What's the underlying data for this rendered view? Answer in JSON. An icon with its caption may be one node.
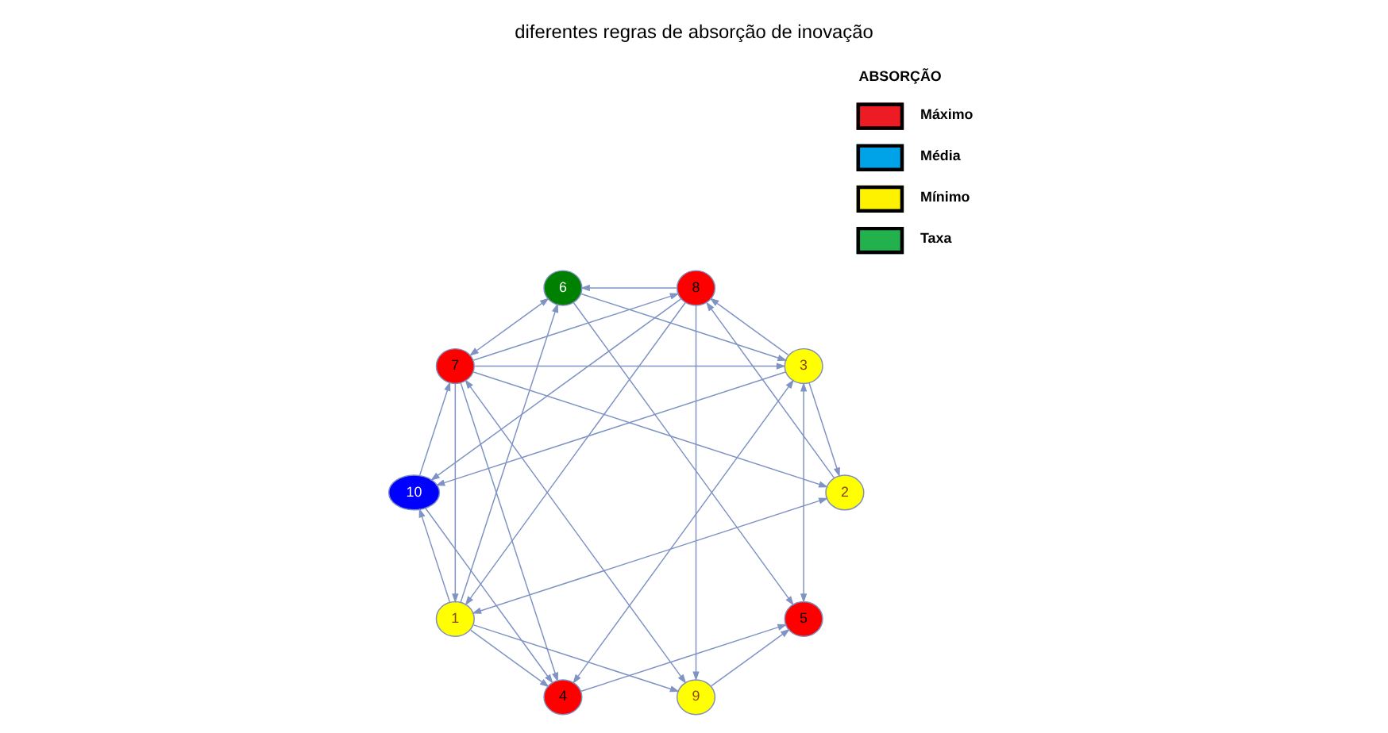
{
  "diagram": {
    "title": "diferentes regras de absorção de inovação",
    "nodes": [
      {
        "text": [
          "6"
        ]
      },
      {
        "text": [
          "10"
        ]
      },
      {
        "text": [
          "9"
        ]
      },
      {
        "text": [
          "7"
        ]
      },
      {
        "text": [
          "1"
        ]
      },
      {
        "text": [
          "8"
        ]
      },
      {
        "text": [
          "2"
        ]
      },
      {
        "text": [
          "5"
        ]
      },
      {
        "text": [
          "3"
        ]
      },
      {
        "text": [
          "4"
        ]
      }
    ],
    "edges": [
      {
        "from": 3,
        "to": 0,
        "arrow": "both"
      },
      {
        "from": 5,
        "to": 0,
        "arrow": "to"
      },
      {
        "from": 0,
        "to": 7,
        "arrow": "to"
      },
      {
        "from": 0,
        "to": 8,
        "arrow": "to"
      },
      {
        "from": 4,
        "to": 0,
        "arrow": "to"
      },
      {
        "from": 1,
        "to": 3,
        "arrow": "to"
      },
      {
        "from": 5,
        "to": 1,
        "arrow": "to"
      },
      {
        "from": 1,
        "to": 9,
        "arrow": "to"
      },
      {
        "from": 8,
        "to": 1,
        "arrow": "to"
      },
      {
        "from": 4,
        "to": 1,
        "arrow": "to"
      },
      {
        "from": 4,
        "to": 2,
        "arrow": "to"
      },
      {
        "from": 3,
        "to": 2,
        "arrow": "both"
      },
      {
        "from": 5,
        "to": 2,
        "arrow": "to"
      },
      {
        "from": 2,
        "to": 7,
        "arrow": "to"
      },
      {
        "from": 3,
        "to": 4,
        "arrow": "to"
      },
      {
        "from": 3,
        "to": 5,
        "arrow": "to"
      },
      {
        "from": 3,
        "to": 6,
        "arrow": "to"
      },
      {
        "from": 3,
        "to": 8,
        "arrow": "to"
      },
      {
        "from": 3,
        "to": 9,
        "arrow": "to"
      },
      {
        "from": 5,
        "to": 4,
        "arrow": "to"
      },
      {
        "from": 6,
        "to": 5,
        "arrow": "to"
      },
      {
        "from": 8,
        "to": 5,
        "arrow": "to"
      },
      {
        "from": 4,
        "to": 6,
        "arrow": "both"
      },
      {
        "from": 8,
        "to": 6,
        "arrow": "to"
      },
      {
        "from": 8,
        "to": 7,
        "arrow": "both"
      },
      {
        "from": 9,
        "to": 7,
        "arrow": "to"
      },
      {
        "from": 8,
        "to": 9,
        "arrow": "both"
      },
      {
        "from": 4,
        "to": 9,
        "arrow": "to"
      }
    ],
    "labels": [
      "ABSORÇÃO"
    ],
    "legend": [
      {
        "text": "Máximo",
        "color": "#ed1c24"
      },
      {
        "text": "Média",
        "color": "#00a2e8"
      },
      {
        "text": "Mínimo",
        "color": "#fff200"
      },
      {
        "text": "Taxa",
        "color": "#22b14c"
      }
    ]
  }
}
